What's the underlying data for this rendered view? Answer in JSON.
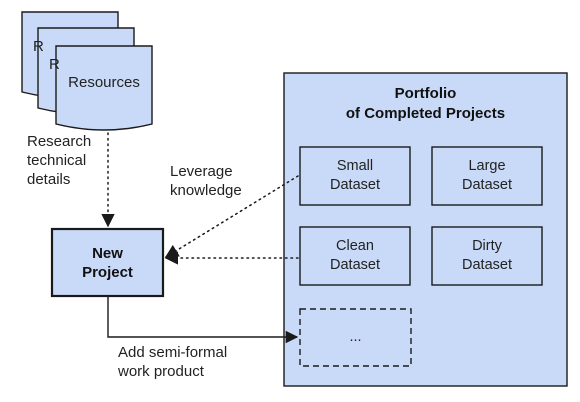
{
  "resources": {
    "stack_fragments": [
      "R",
      "R"
    ],
    "label": "Resources"
  },
  "research_label": "Research\ntechnical\ndetails",
  "leverage_label": "Leverage\nknowledge",
  "new_project": "New\nProject",
  "add_label": "Add semi-formal\nwork product",
  "portfolio": {
    "title": "Portfolio\nof Completed Projects",
    "datasets": [
      "Small\nDataset",
      "Large\nDataset",
      "Clean\nDataset",
      "Dirty\nDataset"
    ],
    "placeholder": "..."
  },
  "colors": {
    "fill": "#c9daf8",
    "stroke": "#1a1a1a"
  }
}
